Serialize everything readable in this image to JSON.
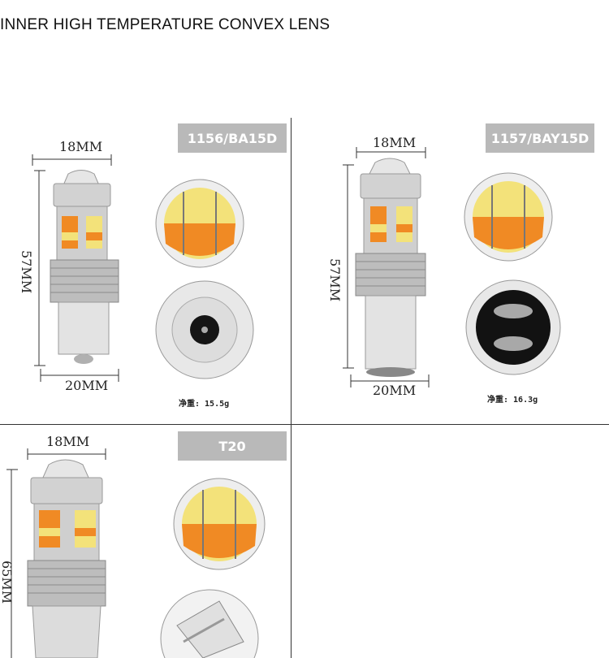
{
  "heading": "INNER HIGH TEMPERATURE CONVEX LENS",
  "products": [
    {
      "model": "1156/BA15D",
      "width_top": "18MM",
      "height": "57MM",
      "width_bottom": "20MM",
      "weight": "净重: 15.5g"
    },
    {
      "model": "1157/BAY15D",
      "width_top": "18MM",
      "height": "57MM",
      "width_bottom": "20MM",
      "weight": "净重: 16.3g"
    },
    {
      "model": "T20",
      "width_top": "18MM",
      "height": "65MM"
    }
  ],
  "colors": {
    "badge": "#b9b9b9",
    "amber_led": "#f08a24",
    "white_led": "#f3e27a",
    "metal": "#c8c8c8"
  }
}
